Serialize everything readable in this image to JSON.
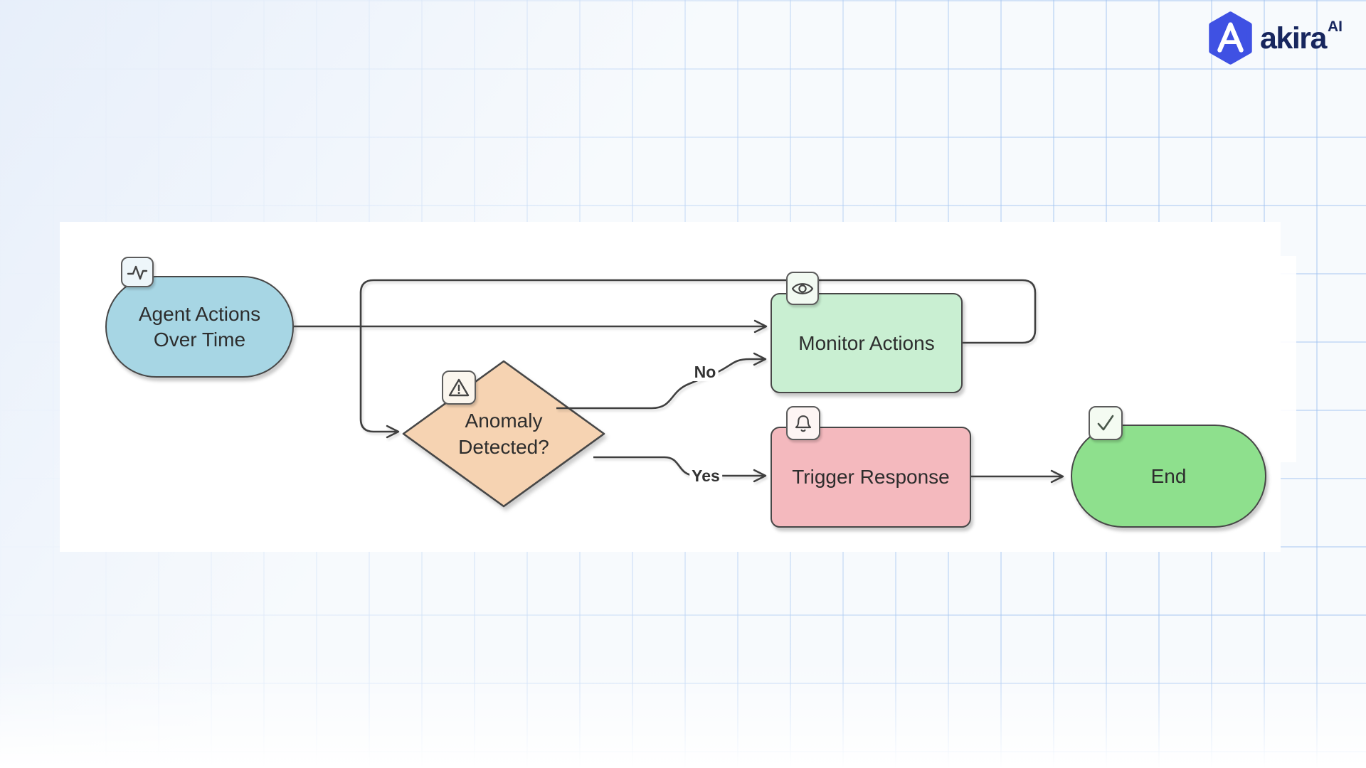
{
  "brand": {
    "name": "akira",
    "superscript": "AI",
    "logo_color": "#3f51e3",
    "text_color": "#17265e"
  },
  "flowchart": {
    "stroke_color": "#3f3f3f",
    "panel_color": "#ffffff",
    "background_color": "#f7fafd",
    "grid_line_color": "#9ec1f0",
    "nodes": {
      "agent": {
        "label_line1": "Agent Actions",
        "label_line2": "Over Time",
        "icon": "pulse-icon",
        "shape": "stadium",
        "fill": "#a7d6e4"
      },
      "decision": {
        "label_line1": "Anomaly",
        "label_line2": "Detected?",
        "icon": "warning-icon",
        "shape": "diamond",
        "fill": "#f6d3b2"
      },
      "monitor": {
        "label": "Monitor Actions",
        "icon": "eye-icon",
        "shape": "rounded-rect",
        "fill": "#c9efd2"
      },
      "trigger": {
        "label": "Trigger Response",
        "icon": "bell-icon",
        "shape": "rounded-rect",
        "fill": "#f4b9be"
      },
      "end": {
        "label": "End",
        "icon": "check-icon",
        "shape": "stadium",
        "fill": "#8ee08d"
      }
    },
    "edges": [
      {
        "from": "agent",
        "to": "monitor",
        "label": ""
      },
      {
        "from": "monitor",
        "to": "decision",
        "label": ""
      },
      {
        "from": "decision",
        "to": "monitor",
        "label": "No"
      },
      {
        "from": "decision",
        "to": "trigger",
        "label": "Yes"
      },
      {
        "from": "trigger",
        "to": "end",
        "label": ""
      }
    ]
  }
}
